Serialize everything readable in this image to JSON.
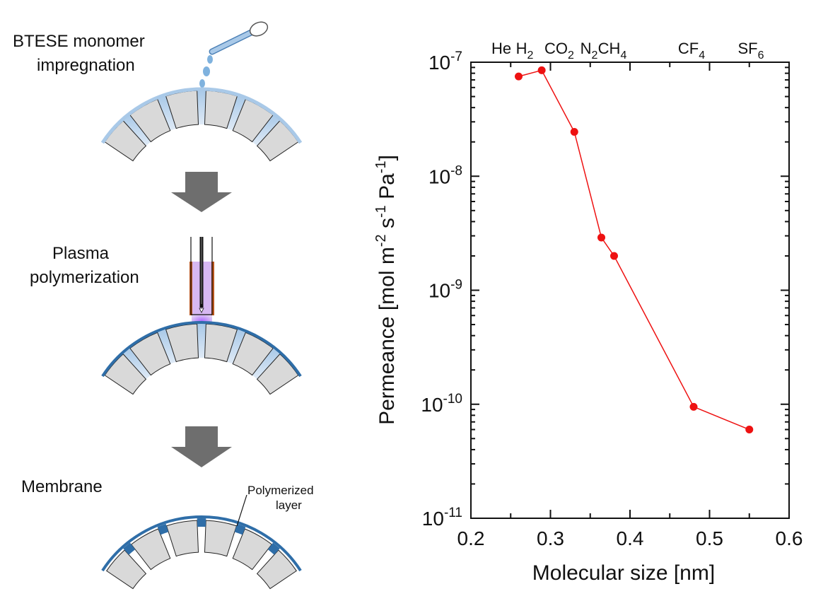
{
  "schematic": {
    "step1_label_line1": "BTESE monomer",
    "step1_label_line2": "impregnation",
    "step2_label_line1": "Plasma",
    "step2_label_line2": "polymerization",
    "step3_label": "Membrane",
    "annotation_line1": "Polymerized",
    "annotation_line2": "layer"
  },
  "chart_data": {
    "type": "line",
    "xlabel": "Molecular size [nm]",
    "ylabel": {
      "prefix": "Permeance [mol m",
      "e1": "-2",
      "mid1": " s",
      "e2": "-1",
      "mid2": " Pa",
      "e3": "-1",
      "suffix": "]"
    },
    "xlim": [
      0.2,
      0.6
    ],
    "ylim": [
      1e-11,
      1e-07
    ],
    "yscale": "log",
    "x_ticks": [
      "0.2",
      "0.3",
      "0.4",
      "0.5",
      "0.6"
    ],
    "y_ticks": [
      {
        "base": "10",
        "exp": "-7"
      },
      {
        "base": "10",
        "exp": "-8"
      },
      {
        "base": "10",
        "exp": "-9"
      },
      {
        "base": "10",
        "exp": "-10"
      },
      {
        "base": "10",
        "exp": "-11"
      }
    ],
    "grid": false,
    "series_color": "#ee1111",
    "gases": [
      {
        "name": "He",
        "sub": "",
        "x": 0.26,
        "y": 7.5e-08
      },
      {
        "name": "H",
        "sub": "2",
        "x": 0.289,
        "y": 8.5e-08
      },
      {
        "name": "CO",
        "sub": "2",
        "x": 0.33,
        "y": 2.45e-08
      },
      {
        "name": "N",
        "sub": "2",
        "x": 0.364,
        "y": 2.9e-09
      },
      {
        "name": "CH",
        "sub": "4",
        "x": 0.38,
        "y": 2e-09
      },
      {
        "name": "CF",
        "sub": "4",
        "x": 0.48,
        "y": 9.5e-11
      },
      {
        "name": "SF",
        "sub": "6",
        "x": 0.55,
        "y": 6e-11
      }
    ]
  }
}
